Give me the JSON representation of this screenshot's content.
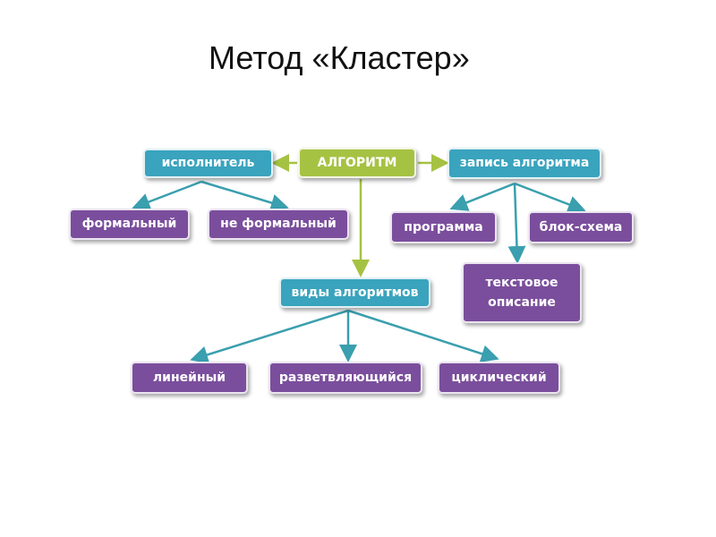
{
  "title": "Метод «Кластер»",
  "nodes": {
    "algorithm": "АЛГОРИТМ",
    "executor": "исполнитель",
    "formal": "формальный",
    "informal": "не формальный",
    "recording": "запись алгоритма",
    "program": "программа",
    "flowchart": "блок-схема",
    "text_line1": "текстовое",
    "text_line2": "описание",
    "types": "виды алгоритмов",
    "linear": "линейный",
    "branching": "разветвляющийся",
    "cyclic": "циклический"
  },
  "colors": {
    "teal": "#3aa3bd",
    "green": "#a6c243",
    "purple": "#7a4e9c"
  }
}
